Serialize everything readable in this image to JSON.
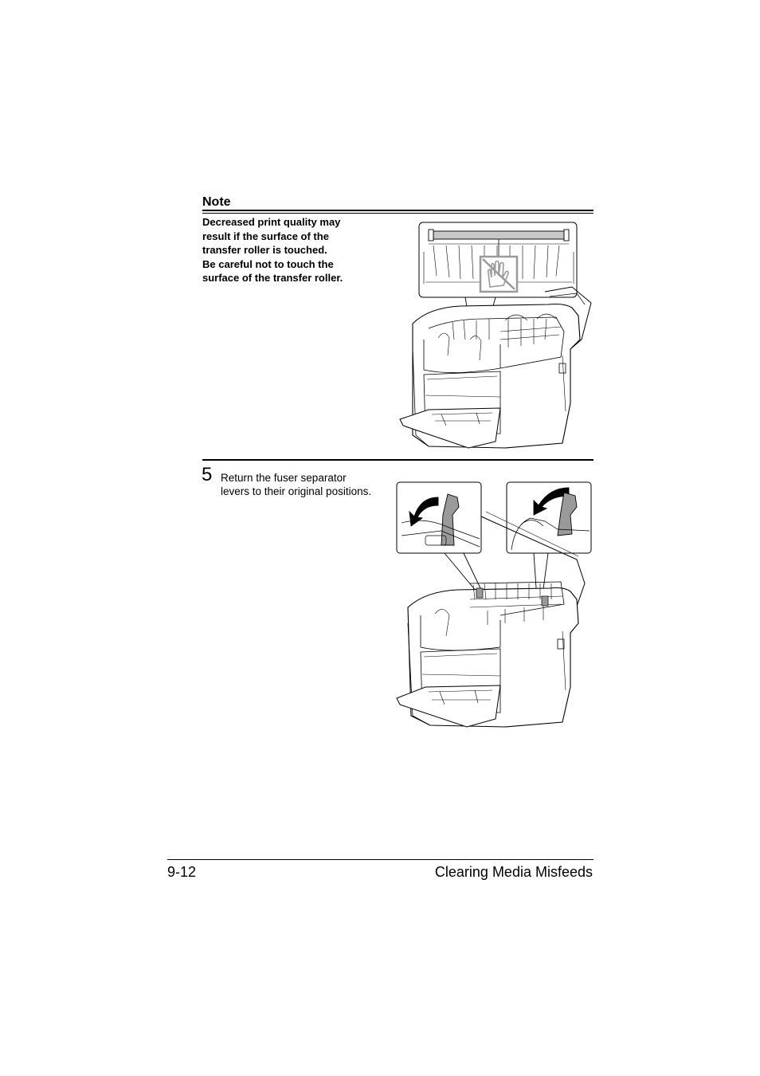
{
  "note": {
    "title": "Note",
    "lines": [
      "Decreased print quality may",
      "result if the surface of the",
      "transfer roller is touched.",
      "Be careful not to touch the",
      "surface of the transfer roller."
    ]
  },
  "step": {
    "number": "5",
    "lines": [
      "Return the fuser separator",
      "levers to their original positions."
    ]
  },
  "footer": {
    "page_number": "9-12",
    "section_title": "Clearing Media Misfeeds"
  },
  "icons": {
    "note_figure": "printer-transfer-roller-warning-illustration",
    "step_figure": "printer-fuser-separator-levers-illustration",
    "no_touch": "hand-prohibited-icon",
    "arrow": "curved-arrow-icon"
  },
  "colors": {
    "text": "#000000",
    "roller_gray": "#c8c8c8",
    "lever_gray": "#9a9a9a"
  }
}
